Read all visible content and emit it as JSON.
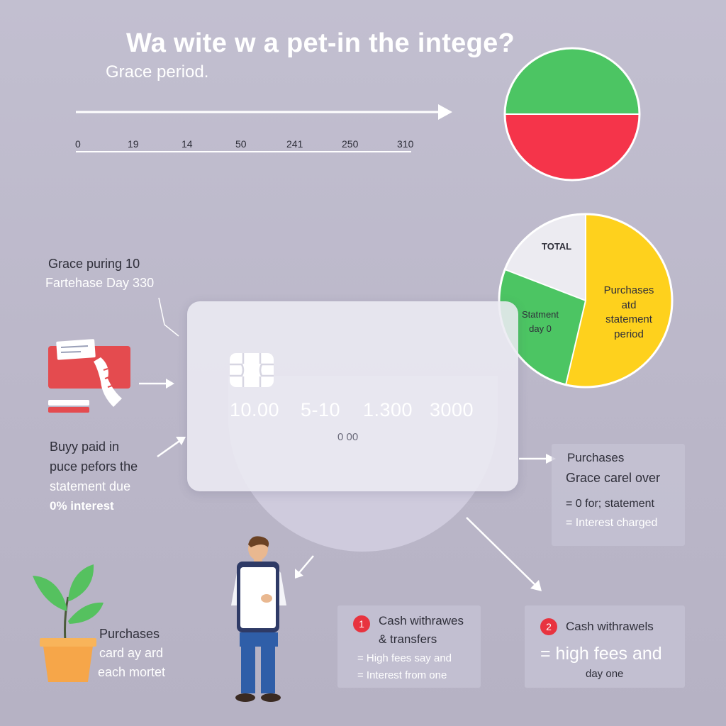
{
  "header": {
    "title": "Wa wite w a pet-in the intege?",
    "subtitle": "Grace period."
  },
  "timeline": {
    "ticks": [
      "0",
      "19",
      "14",
      "50",
      "241",
      "250",
      "310"
    ]
  },
  "left_notes": {
    "line1": "Grace puring 10",
    "line2": "Fartehase Day 330"
  },
  "buy_note": {
    "lines": [
      "Buyy paid in",
      "puce pefors  the",
      "statement due",
      "0% interest"
    ]
  },
  "card": {
    "numbers": [
      "10.00",
      "5-10",
      "1.300",
      "3000"
    ],
    "sub": "0 00"
  },
  "pie_small": {
    "colors": {
      "green": "#4cc563",
      "red": "#f5344a"
    }
  },
  "pie_big": {
    "labels": {
      "total": "TOTAL",
      "statement": "Statment\nday 0",
      "purchases": "Purchases\natd\nstatement\nperiod"
    },
    "colors": {
      "white": "#ecebf1",
      "green": "#4cc563",
      "yellow": "#fed11d"
    }
  },
  "right_panel": {
    "line1": "Purchases",
    "line2": "Grace carel over",
    "line3": "= 0 for; statement",
    "line4": "= Interest charged"
  },
  "plant_note": {
    "lines": [
      "Purchases",
      "card ay ard",
      "each mortet"
    ]
  },
  "box1": {
    "badge": "1",
    "title1": "Cash withrawes",
    "title2": "& transfers",
    "line1": "=  High fees say and",
    "line2": "=  Interest from one"
  },
  "box2": {
    "badge": "2",
    "title": "Cash withrawels",
    "big": "=   high fees and",
    "line": "day one"
  },
  "icons": [
    "wallet-icon",
    "receipt-icon",
    "chip-icon",
    "person-icon",
    "phone-icon",
    "plant-icon",
    "arrow-icon"
  ]
}
